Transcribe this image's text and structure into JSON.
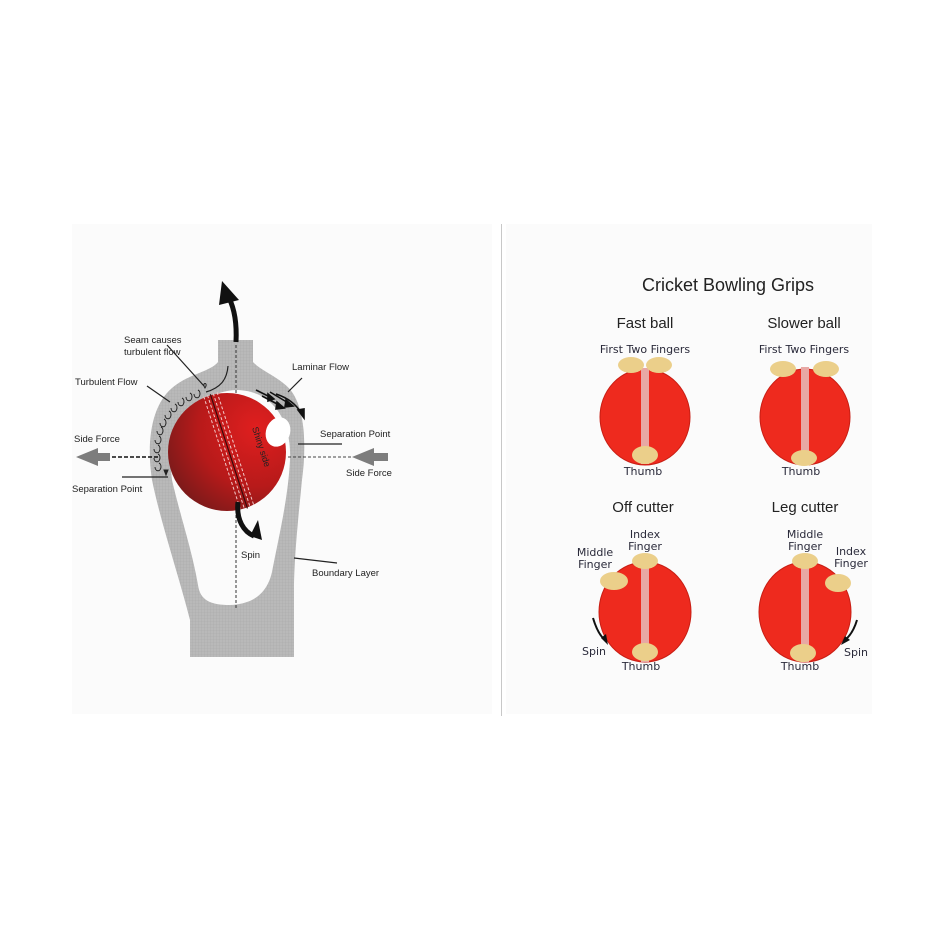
{
  "aerodynamics": {
    "labels": {
      "seam_causes": "Seam causes",
      "turbulent_flow_caption": "turbulent flow",
      "turbulent_flow": "Turbulent Flow",
      "laminar_flow": "Laminar Flow",
      "side_force_left": "Side Force",
      "side_force_right": "Side Force",
      "separation_point_right": "Separation Point",
      "separation_point_left": "Separation Point",
      "shiny_side": "Shiny side",
      "spin": "Spin",
      "boundary_layer": "Boundary Layer"
    },
    "colors": {
      "ball_dark": "#7a1a1a",
      "ball_light": "#d41f1f",
      "boundary_layer": "#b8b8b8",
      "arrow_gray": "#7d7d7d"
    }
  },
  "grips": {
    "title": "Cricket Bowling Grips",
    "items": [
      {
        "name": "Fast ball",
        "top_label": "First Two Fingers",
        "bottom_label": "Thumb"
      },
      {
        "name": "Slower ball",
        "top_label": "First Two Fingers",
        "bottom_label": "Thumb"
      },
      {
        "name": "Off cutter",
        "top_label_line1": "Index",
        "top_label_line2": "Finger",
        "side_label_line1": "Middle",
        "side_label_line2": "Finger",
        "spin_label": "Spin",
        "bottom_label": "Thumb"
      },
      {
        "name": "Leg cutter",
        "top_label_line1": "Middle",
        "top_label_line2": "Finger",
        "side_label_line1": "Index",
        "side_label_line2": "Finger",
        "spin_label": "Spin",
        "bottom_label": "Thumb"
      }
    ],
    "colors": {
      "ball": "#ee2a1e",
      "ball_edge": "#c81e14",
      "seam": "#e8a8a4",
      "finger": "#ebcf8a"
    }
  }
}
